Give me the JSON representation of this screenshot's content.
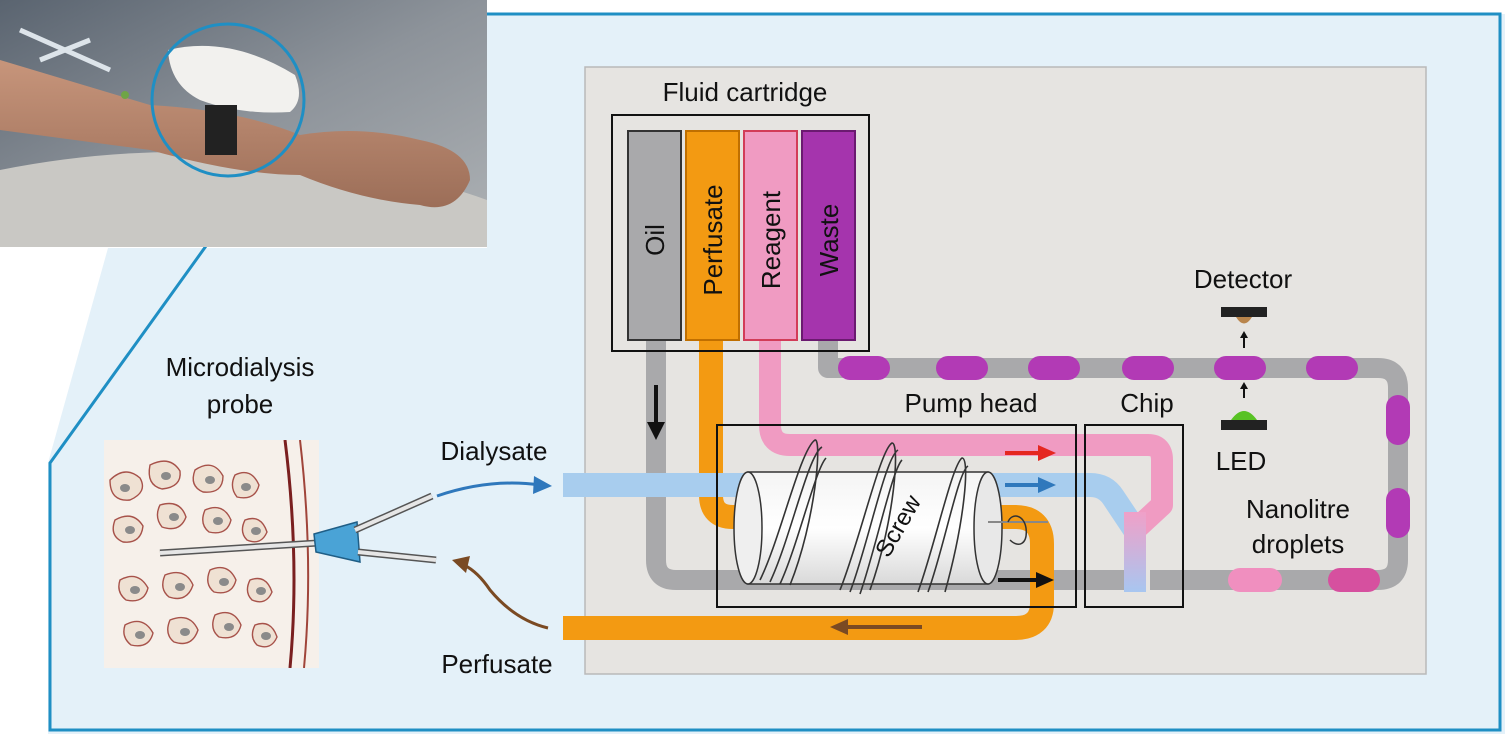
{
  "labels": {
    "fluid_cartridge": "Fluid cartridge",
    "oil": "Oil",
    "perfusate_reservoir": "Perfusate",
    "reagent": "Reagent",
    "waste": "Waste",
    "detector": "Detector",
    "led": "LED",
    "pump_head": "Pump head",
    "chip": "Chip",
    "screw": "Screw",
    "nanolitre_line1": "Nanolitre",
    "nanolitre_line2": "droplets",
    "microdialysis_line1": "Microdialysis",
    "microdialysis_line2": "probe",
    "dialysate": "Dialysate",
    "perfusate_flow": "Perfusate"
  },
  "colors": {
    "frame": "#1f8fc4",
    "panel_bg": "#e4f1f9",
    "box_bg": "#e6e4e1",
    "oil": "#a9a9ab",
    "perfusate": "#f39a12",
    "reagent": "#f09bc2",
    "waste": "#a534ad",
    "dialysate": "#a8cdee",
    "droplet_magenta": "#b23ab5",
    "droplet_pink": "#e873b2",
    "arrow_red": "#e52720",
    "arrow_blue": "#2f78bc",
    "arrow_brown": "#7a4a23",
    "led_green": "#58c224"
  }
}
